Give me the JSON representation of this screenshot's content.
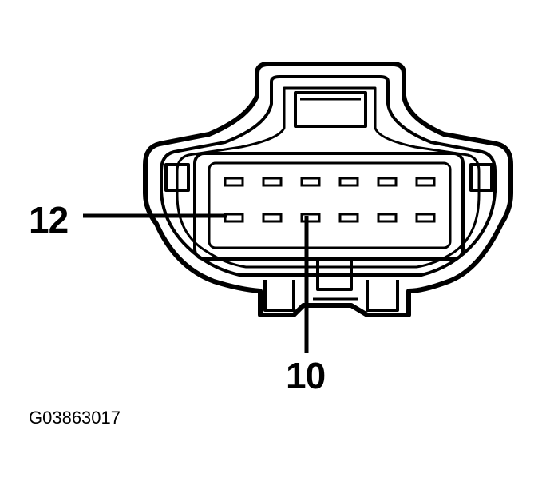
{
  "callouts": {
    "pin_12": "12",
    "pin_10": "10"
  },
  "figure_id": "G03863017",
  "connector": {
    "pin_rows": 2,
    "pins_per_row": 6
  },
  "colors": {
    "ink": "#000000",
    "paper": "#ffffff"
  }
}
